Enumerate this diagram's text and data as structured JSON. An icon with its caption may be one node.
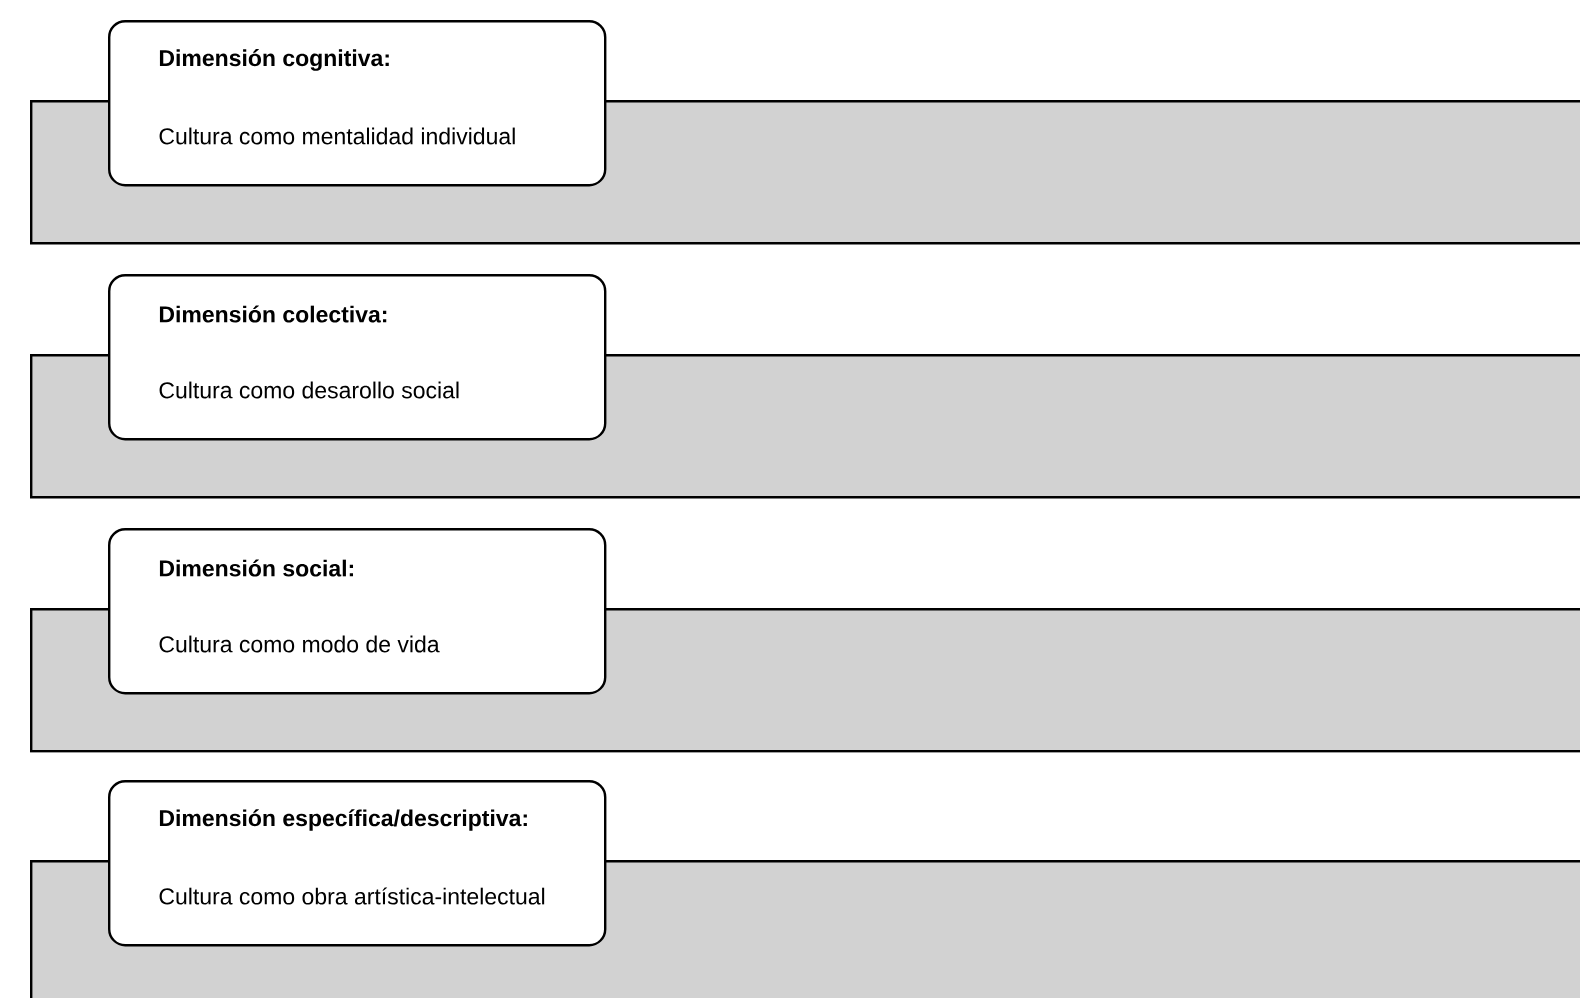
{
  "diagram": {
    "nodes": [
      {
        "text": [
          "Dimensión cognitiva:",
          "Cultura como mentalidad individual"
        ]
      },
      {
        "text": [],
        "shape": "bar"
      },
      {
        "text": [
          "Dimensión colectiva:",
          "Cultura como desarollo social"
        ]
      },
      {
        "text": [],
        "shape": "bar"
      },
      {
        "text": [
          "Dimensión social:",
          "Cultura como modo de vida"
        ]
      },
      {
        "text": [],
        "shape": "bar"
      },
      {
        "text": [
          "Dimensión específica/descriptiva:",
          "Cultura como obra artística-intelectual"
        ]
      },
      {
        "text": [],
        "shape": "bar"
      }
    ]
  }
}
